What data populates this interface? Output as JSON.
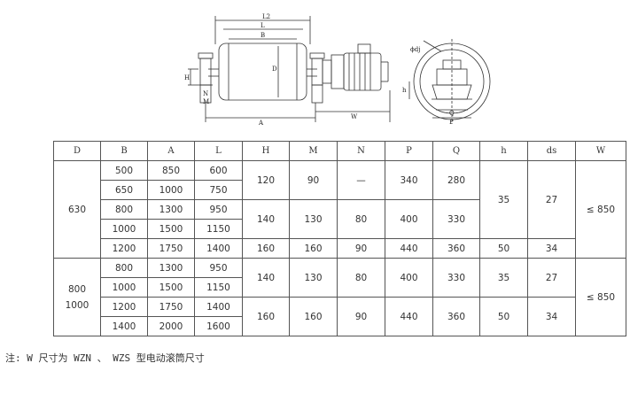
{
  "drawing": {
    "dim_labels": {
      "L2": "L2",
      "L": "L",
      "B": "B",
      "D": "D",
      "H": "H",
      "N": "N",
      "M": "M",
      "A": "A",
      "W": "W",
      "dj": "ϕdj",
      "h": "h",
      "Q": "Q",
      "P": "P"
    }
  },
  "table": {
    "headers": [
      "D",
      "B",
      "A",
      "L",
      "H",
      "M",
      "N",
      "P",
      "Q",
      "h",
      "ds",
      "W"
    ],
    "group1": {
      "D": "630",
      "rows": [
        [
          "500",
          "850",
          "600"
        ],
        [
          "650",
          "1000",
          "750"
        ],
        [
          "800",
          "1300",
          "950"
        ],
        [
          "1000",
          "1500",
          "1150"
        ],
        [
          "1200",
          "1750",
          "1400"
        ]
      ],
      "HMNPQ": [
        [
          "120",
          "90",
          "—",
          "340",
          "280"
        ],
        [
          "140",
          "130",
          "80",
          "400",
          "330"
        ],
        [
          "160",
          "160",
          "90",
          "440",
          "360"
        ]
      ],
      "h": [
        "35",
        "50"
      ],
      "ds": [
        "27",
        "34"
      ],
      "W": "≤ 850"
    },
    "group2": {
      "D1": "800",
      "D2": "1000",
      "rows": [
        [
          "800",
          "1300",
          "950"
        ],
        [
          "1000",
          "1500",
          "1150"
        ],
        [
          "1200",
          "1750",
          "1400"
        ],
        [
          "1400",
          "2000",
          "1600"
        ]
      ],
      "HMNPQ": [
        [
          "140",
          "130",
          "80",
          "400",
          "330"
        ],
        [
          "160",
          "160",
          "90",
          "440",
          "360"
        ]
      ],
      "h": [
        "35",
        "50"
      ],
      "ds": [
        "27",
        "34"
      ],
      "W": "≤ 850"
    }
  },
  "note": "注: W 尺寸为 WZN 、 WZS 型电动滚筒尺寸"
}
